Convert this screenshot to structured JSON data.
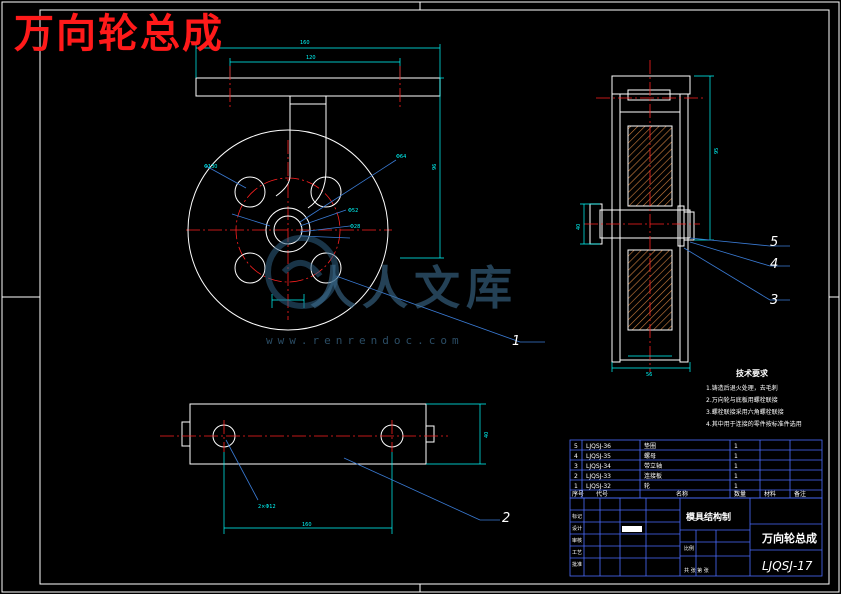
{
  "title_banner": "万向轮总成",
  "watermark": {
    "brand": "人人文库",
    "url": "www.renrendoc.com"
  },
  "colors": {
    "background": "#000000",
    "outline": "#ffffff",
    "centerline": "#ff2020",
    "dimension": "#00ffff",
    "leader": "#3a7bd5",
    "hatch": "#d08040",
    "table": "#4a6cff",
    "title": "#ff1a1a",
    "yellow_text": "#ffff00"
  },
  "balloons": [
    "1",
    "2",
    "3",
    "4",
    "5"
  ],
  "tech_requirements": {
    "heading": "技术要求",
    "items": [
      "1.铸造后退火处理，去毛刺",
      "2.万向轮与底板用螺栓联接",
      "3.螺栓联接采用六角螺栓联接",
      "4.其中用于连接的零件按标准件选用"
    ]
  },
  "bom": [
    {
      "no": "5",
      "code": "LJQSJ-36",
      "name": "垫圈",
      "qty": "1"
    },
    {
      "no": "4",
      "code": "LJQSJ-35",
      "name": "螺母",
      "qty": "1"
    },
    {
      "no": "3",
      "code": "LJQSJ-34",
      "name": "带立轴",
      "qty": "1"
    },
    {
      "no": "2",
      "code": "LJQSJ-33",
      "name": "连接板",
      "qty": "1"
    },
    {
      "no": "1",
      "code": "LJQSJ-32",
      "name": "轮",
      "qty": "1"
    }
  ],
  "bom_header": {
    "no": "序号",
    "code": "代号",
    "name": "名称",
    "qty": "数量",
    "material": "材料",
    "note": "备注"
  },
  "title_block": {
    "company": "模具结构制",
    "drawing_name": "万向轮总成",
    "drawing_no": "LJQSJ-17",
    "scale_label": "比例",
    "sheet_label": "共 张 第 张",
    "rows": [
      "标记",
      "设计",
      "审核",
      "工艺",
      "批准"
    ]
  },
  "dimensions": {
    "top_view": [
      "160",
      "120",
      "96"
    ],
    "side_view": [
      "95",
      "40",
      "56"
    ],
    "base_view": [
      "160",
      "40",
      "2×Φ12"
    ],
    "wheel": [
      "Φ130",
      "Φ64",
      "Φ52",
      "Φ28"
    ]
  }
}
